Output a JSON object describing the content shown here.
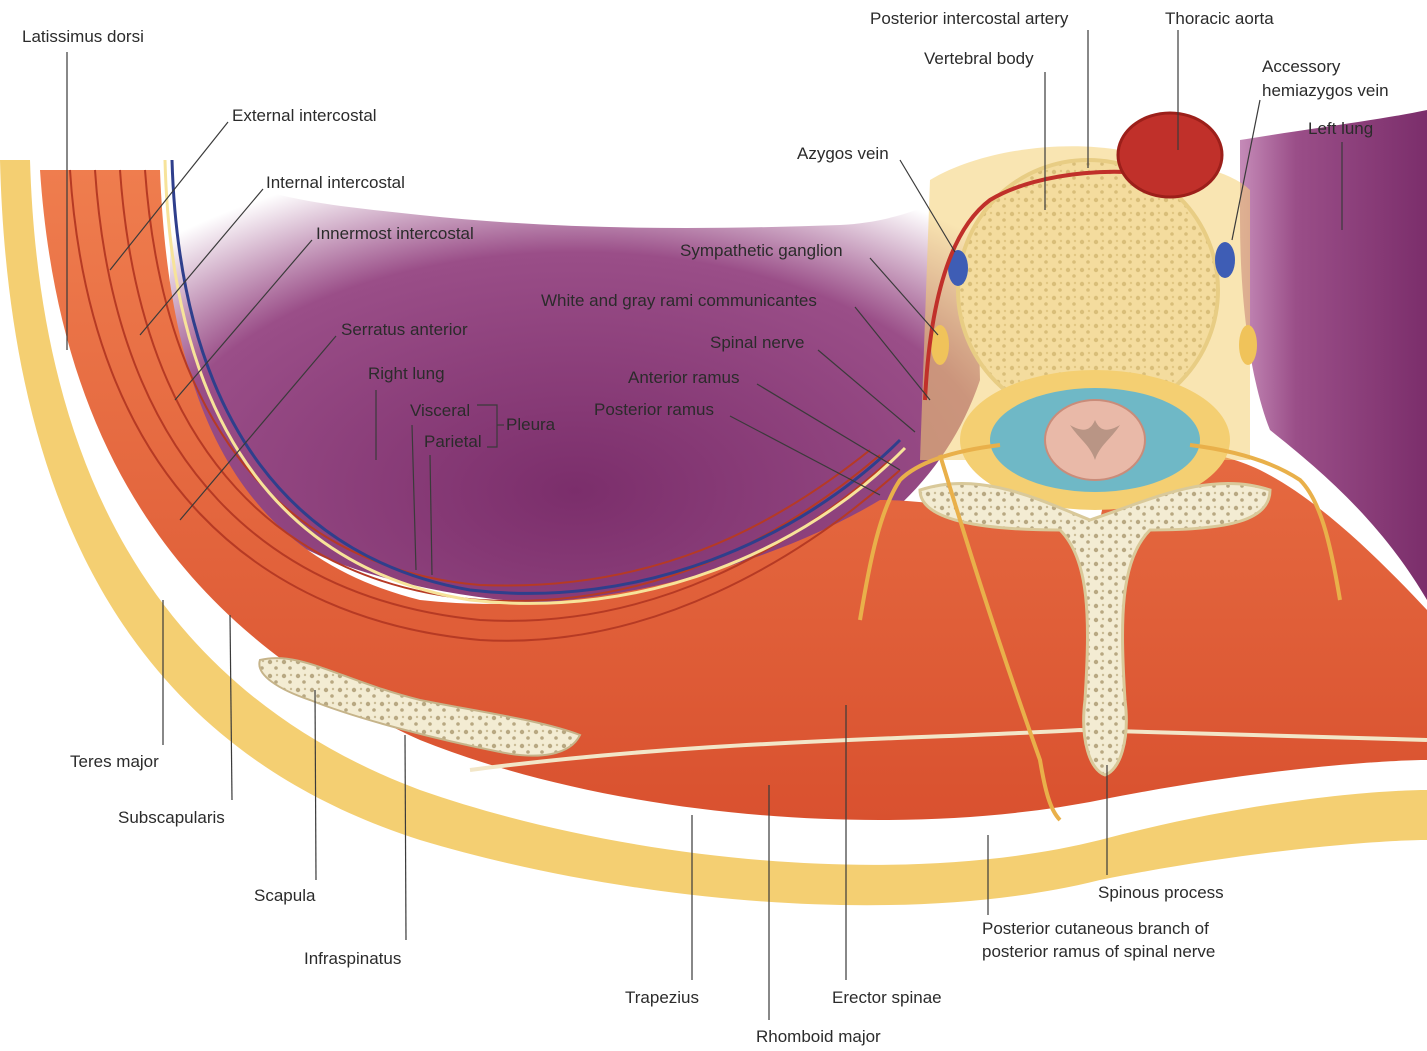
{
  "labels": {
    "latissimus_dorsi": "Latissimus dorsi",
    "external_intercostal": "External intercostal",
    "internal_intercostal": "Internal intercostal",
    "innermost_intercostal": "Innermost intercostal",
    "serratus_anterior": "Serratus anterior",
    "right_lung": "Right lung",
    "visceral": "Visceral",
    "parietal": "Parietal",
    "pleura": "Pleura",
    "posterior_intercostal_artery": "Posterior intercostal artery",
    "thoracic_aorta": "Thoracic aorta",
    "vertebral_body": "Vertebral body",
    "accessory_hemiazygos_line1": "Accessory",
    "accessory_hemiazygos_line2": "hemiazygos vein",
    "left_lung": "Left lung",
    "azygos_vein": "Azygos vein",
    "sympathetic_ganglion": "Sympathetic ganglion",
    "rami_communicantes": "White and gray rami communicantes",
    "spinal_nerve": "Spinal nerve",
    "anterior_ramus": "Anterior ramus",
    "posterior_ramus": "Posterior ramus",
    "teres_major": "Teres major",
    "subscapularis": "Subscapularis",
    "scapula": "Scapula",
    "infraspinatus": "Infraspinatus",
    "trapezius": "Trapezius",
    "rhomboid_major": "Rhomboid major",
    "erector_spinae": "Erector spinae",
    "spinous_process": "Spinous process",
    "posterior_cutaneous_line1": "Posterior cutaneous branch of",
    "posterior_cutaneous_line2": "posterior ramus of spinal nerve"
  },
  "colors": {
    "muscle": "#e8643c",
    "muscle_dark": "#c8452a",
    "fat": "#f4cf72",
    "lung": "#8a3f78",
    "bone": "#f3ecd3",
    "aorta": "#c0302a",
    "vein": "#3e5db5",
    "csf": "#6fb8c6",
    "cord": "#e9b9a8"
  }
}
